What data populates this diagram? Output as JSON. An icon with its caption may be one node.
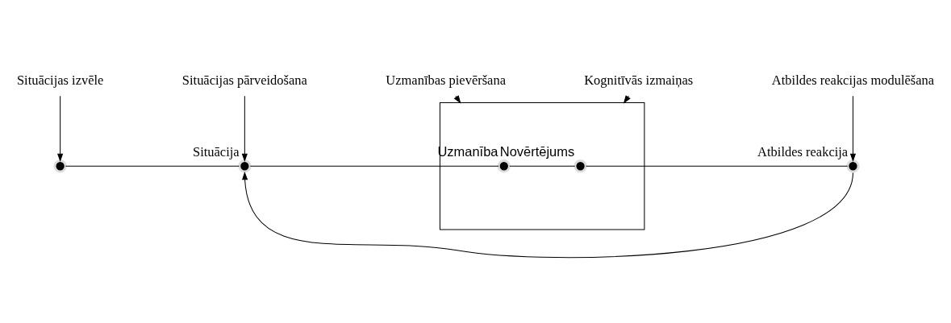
{
  "diagram": {
    "nodes": [
      {
        "text": [
          "Situācijas izvēle"
        ]
      },
      {
        "text": [
          "Situācijas pārveidošana"
        ]
      },
      {
        "text": [
          "Uzmanības pievēršana"
        ]
      },
      {
        "text": [
          "Kognitīvās izmaiņas"
        ]
      },
      {
        "text": [
          "Atbildes reakcijas modulēšana"
        ]
      },
      {
        "text": [],
        "shape": "circle"
      },
      {
        "text": [],
        "shape": "circle",
        "beside": [
          "Situācija"
        ]
      },
      {
        "text": [],
        "shape": "box"
      },
      {
        "text": [],
        "shape": "circle",
        "beside": [
          "Uzmanība"
        ],
        "in": 7
      },
      {
        "text": [],
        "shape": "circle",
        "beside": [
          "Novērtējums"
        ],
        "in": 7
      },
      {
        "text": [],
        "shape": "circle",
        "beside": [
          "Atbildes reakcija"
        ]
      }
    ],
    "edges": [
      {
        "from": 0,
        "to": 5,
        "arrow": "to"
      },
      {
        "from": 1,
        "to": 6,
        "arrow": "to"
      },
      {
        "from": 2,
        "to": 7,
        "arrow": "to"
      },
      {
        "from": 3,
        "to": 7,
        "arrow": "to"
      },
      {
        "from": 4,
        "to": 10,
        "arrow": "to"
      },
      {
        "from": 5,
        "to": 6,
        "arrow": "none"
      },
      {
        "from": 6,
        "to": 8,
        "arrow": "none"
      },
      {
        "from": 8,
        "to": 9,
        "arrow": "none"
      },
      {
        "from": 9,
        "to": 10,
        "arrow": "none"
      },
      {
        "from": 10,
        "to": 6,
        "arrow": "to"
      }
    ]
  }
}
